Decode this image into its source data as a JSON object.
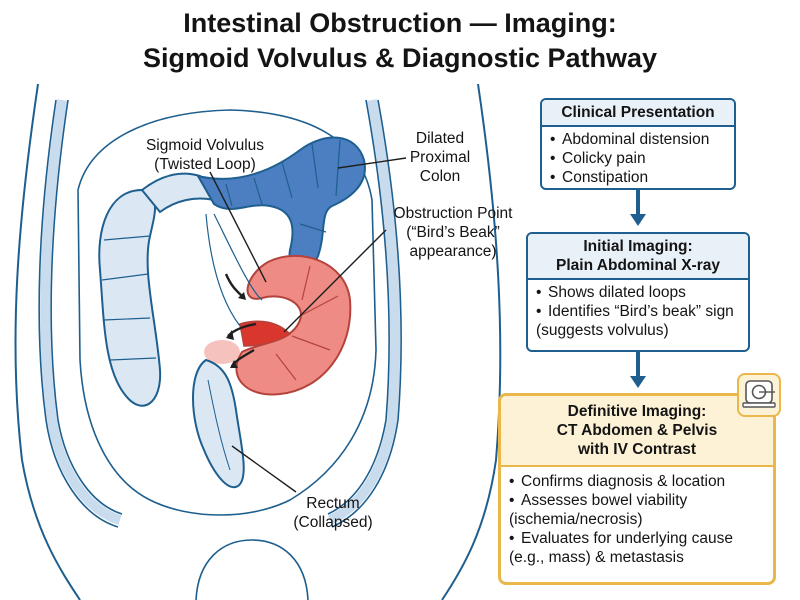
{
  "title": {
    "line1": "Intestinal Obstruction — Imaging:",
    "line2": "Sigmoid Volvulus & Diagnostic Pathway"
  },
  "anatomy_labels": {
    "volvulus": [
      "Sigmoid Volvulus",
      "(Twisted Loop)"
    ],
    "dilated": [
      "Dilated",
      "Proximal",
      "Colon"
    ],
    "obstruction": [
      "Obstruction Point",
      "(“Bird’s Beak”",
      "appearance)"
    ],
    "rectum": [
      "Rectum",
      "(Collapsed)"
    ]
  },
  "pathway": {
    "clinical": {
      "heading": "Clinical Presentation",
      "items": [
        "Abdominal distension",
        "Colicky pain",
        "Constipation"
      ]
    },
    "initial": {
      "heading": [
        "Initial Imaging:",
        "Plain Abdominal X-ray"
      ],
      "items": [
        {
          "text": "Shows dilated loops"
        },
        {
          "text": "Identifies “Bird’s beak” sign",
          "cont": "(suggests volvulus)"
        }
      ]
    },
    "definitive": {
      "heading": [
        "Definitive Imaging:",
        "CT Abdomen & Pelvis",
        "with IV Contrast"
      ],
      "items": [
        {
          "text": "Confirms diagnosis & location"
        },
        {
          "text": "Assesses bowel viability",
          "cont": "(ischemia/necrosis)"
        },
        {
          "text": "Evaluates for underlying cause",
          "cont": "(e.g., mass) & metastasis"
        }
      ]
    },
    "bullet": "•"
  },
  "icons": {
    "ct_scanner": "ct-scanner-icon",
    "twist_arrows": "curved-arrow-icon",
    "flow_arrow": "arrow-down-icon"
  },
  "colors": {
    "outline": "#1e5f8f",
    "dilated_colon": "#4b7fc1",
    "pale_colon": "#dbe8f4",
    "volvulus_loop": "#ee8b84",
    "obstruction": "#d9362e",
    "ct_accent": "#e9b74a"
  }
}
